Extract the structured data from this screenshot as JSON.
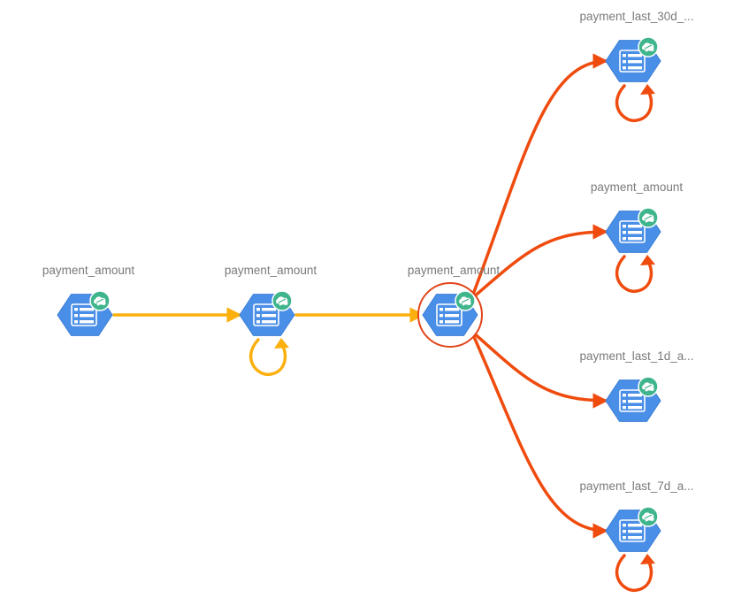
{
  "colors": {
    "upstream_edge": "#FBB00E",
    "downstream_edge": "#F04B0E",
    "hexagon": "#4A8FE7",
    "hexagon_dark": "#3A7ED6",
    "badge": "#3FB58C",
    "selection_ring": "#E2461C",
    "label": "#7a7a7a"
  },
  "nodes": [
    {
      "id": "n0",
      "label": "payment_amount",
      "icon": "table-icon",
      "badge_icon": "cloud-icon",
      "self_loop": false,
      "selected": false
    },
    {
      "id": "n1",
      "label": "payment_amount",
      "icon": "table-icon",
      "badge_icon": "cloud-icon",
      "self_loop": true,
      "selected": false
    },
    {
      "id": "n2",
      "label": "payment_amount",
      "icon": "table-icon",
      "badge_icon": "cloud-icon",
      "self_loop": false,
      "selected": true
    },
    {
      "id": "n3",
      "label": "payment_last_30d_...",
      "icon": "table-icon",
      "badge_icon": "cloud-icon",
      "self_loop": true,
      "selected": false
    },
    {
      "id": "n4",
      "label": "payment_amount",
      "icon": "table-icon",
      "badge_icon": "cloud-icon",
      "self_loop": true,
      "selected": false
    },
    {
      "id": "n5",
      "label": "payment_last_1d_a...",
      "icon": "table-icon",
      "badge_icon": "cloud-icon",
      "self_loop": false,
      "selected": false
    },
    {
      "id": "n6",
      "label": "payment_last_7d_a...",
      "icon": "table-icon",
      "badge_icon": "cloud-icon",
      "self_loop": true,
      "selected": false
    }
  ],
  "edges": [
    {
      "from": "n0",
      "to": "n1",
      "kind": "upstream"
    },
    {
      "from": "n1",
      "to": "n2",
      "kind": "upstream"
    },
    {
      "from": "n2",
      "to": "n3",
      "kind": "downstream"
    },
    {
      "from": "n2",
      "to": "n4",
      "kind": "downstream"
    },
    {
      "from": "n2",
      "to": "n5",
      "kind": "downstream"
    },
    {
      "from": "n2",
      "to": "n6",
      "kind": "downstream"
    }
  ]
}
